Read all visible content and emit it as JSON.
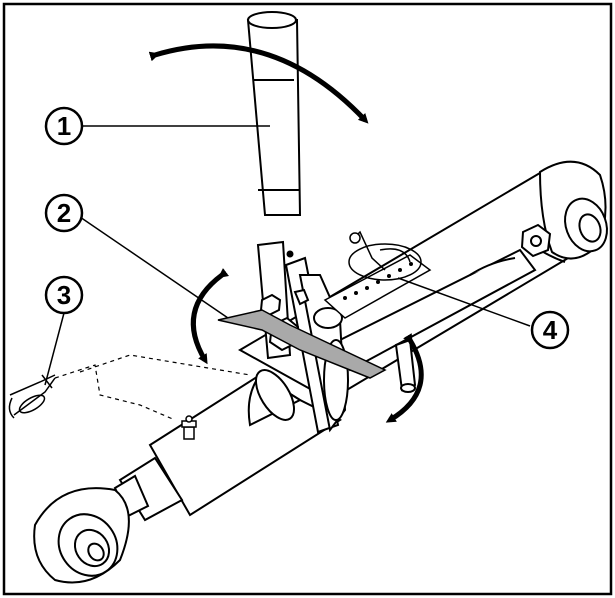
{
  "callouts": [
    {
      "id": "1",
      "label": "1"
    },
    {
      "id": "2",
      "label": "2"
    },
    {
      "id": "3",
      "label": "3"
    },
    {
      "id": "4",
      "label": "4"
    }
  ],
  "colors": {
    "stroke": "#000000",
    "blade": "#a9a9a9",
    "background": "#ffffff"
  }
}
